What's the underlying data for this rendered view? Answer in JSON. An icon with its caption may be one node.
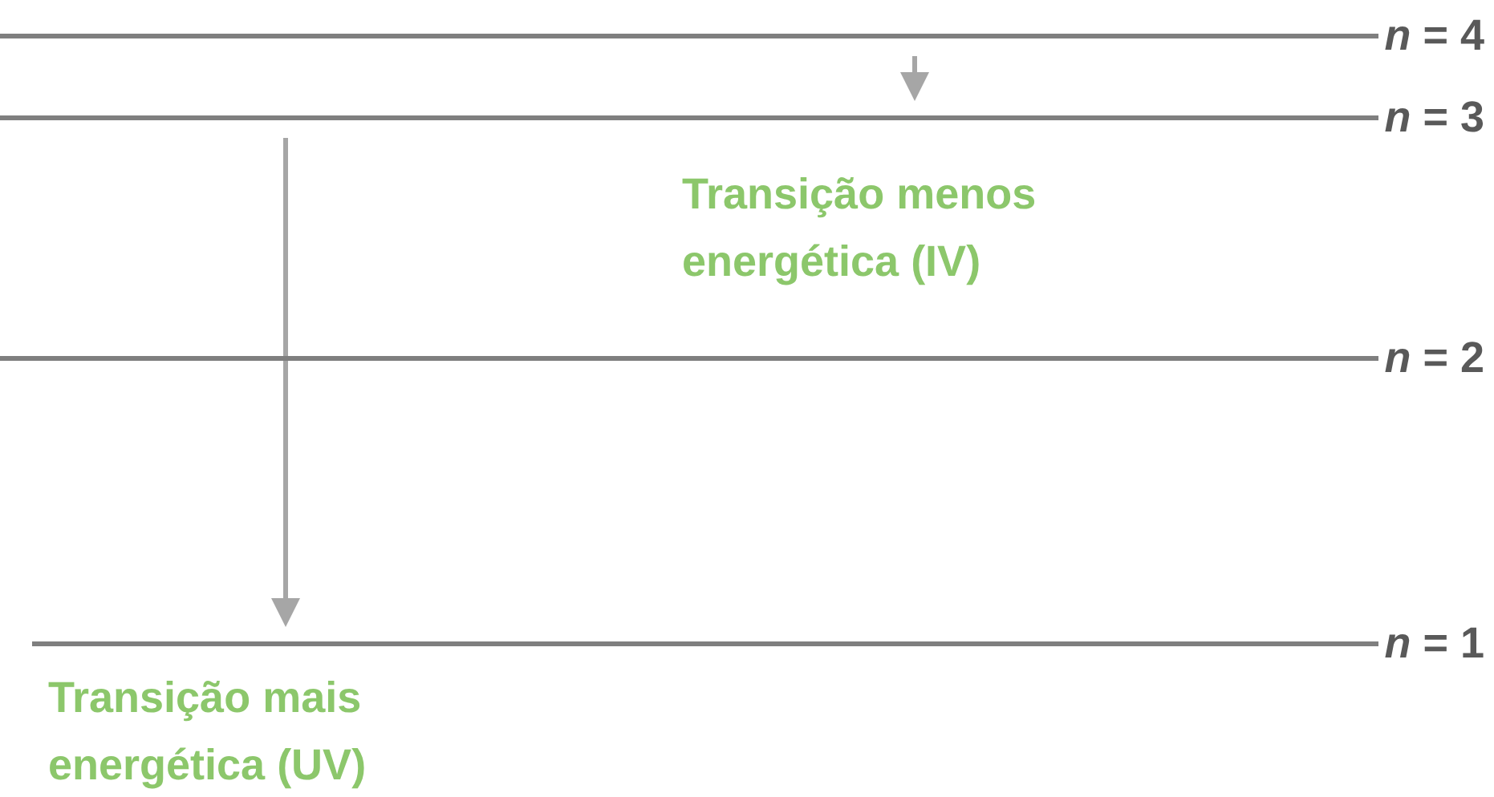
{
  "diagram": {
    "nodes": [
      {
        "text": [
          "*n* = 4"
        ]
      },
      {
        "text": [
          "*n* = 3"
        ]
      },
      {
        "text": [
          "*n* = 2"
        ]
      },
      {
        "text": [
          "*n* = 1"
        ]
      }
    ],
    "edges": [
      {
        "from": 0,
        "to": 1,
        "arrow": "to"
      },
      {
        "from": 1,
        "to": 3,
        "arrow": "to"
      }
    ],
    "labels": [
      "Transição menos energética (IV)",
      "Transição mais energética (UV)"
    ]
  }
}
